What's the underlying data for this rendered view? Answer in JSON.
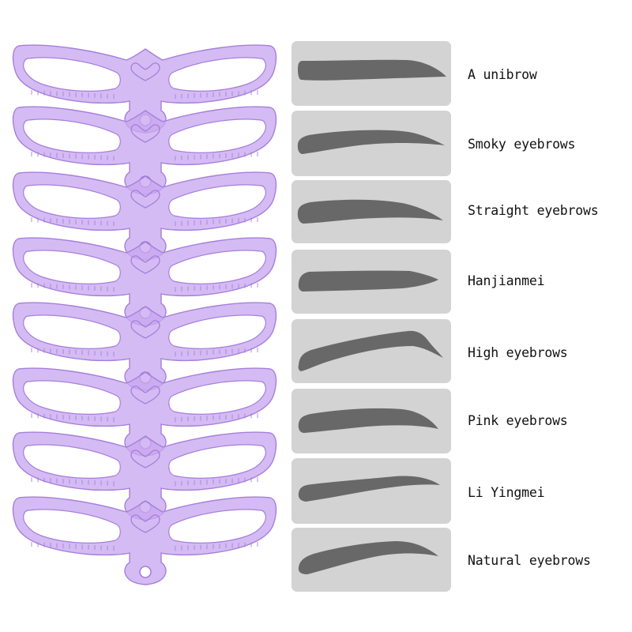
{
  "product": {
    "stencil_count": 8,
    "stencil_color": "#c9a8ef",
    "stencil_edge_color": "#a57fdc",
    "swatch_color": "#d3d3d3",
    "brow_color": "#686868"
  },
  "styles": [
    {
      "name": "A unibrow"
    },
    {
      "name": "Smoky eyebrows"
    },
    {
      "name": "Straight eyebrows"
    },
    {
      "name": "Hanjianmei"
    },
    {
      "name": "High eyebrows"
    },
    {
      "name": "Pink eyebrows"
    },
    {
      "name": "Li Yingmei"
    },
    {
      "name": "Natural eyebrows"
    }
  ]
}
